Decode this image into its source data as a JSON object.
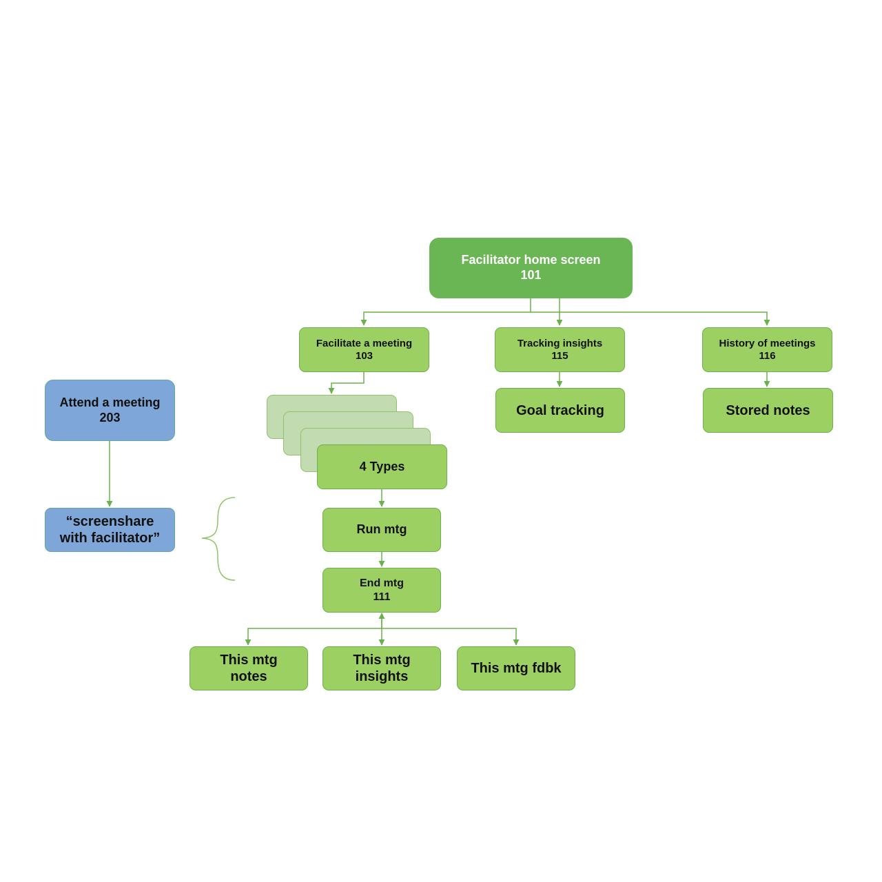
{
  "diagram": {
    "home": {
      "title": "Facilitator home screen",
      "code": "101"
    },
    "facilitate": {
      "title": "Facilitate a meeting",
      "code": "103"
    },
    "tracking": {
      "title": "Tracking insights",
      "code": "115"
    },
    "history": {
      "title": "History of meetings",
      "code": "116"
    },
    "goal_tracking": {
      "label": "Goal tracking"
    },
    "stored_notes": {
      "label": "Stored notes"
    },
    "types": {
      "label": "4 Types"
    },
    "run": {
      "label": "Run mtg"
    },
    "end": {
      "title": "End mtg",
      "code": "111"
    },
    "notes": {
      "line1": "This mtg",
      "line2": "notes"
    },
    "insights": {
      "line1": "This mtg",
      "line2": "insights"
    },
    "fdbk": {
      "label": "This mtg fdbk"
    },
    "attend": {
      "title": "Attend a meeting",
      "code": "203"
    },
    "screenshare": {
      "line1": "“screenshare",
      "line2": "with facilitator”"
    }
  },
  "colors": {
    "node_green": "#9dd062",
    "node_dark_green": "#6ab655",
    "node_blue": "#7ea6d8",
    "node_ghost": "#c3dbb0",
    "connector": "#6ab04c",
    "brace": "#8fc46a"
  }
}
